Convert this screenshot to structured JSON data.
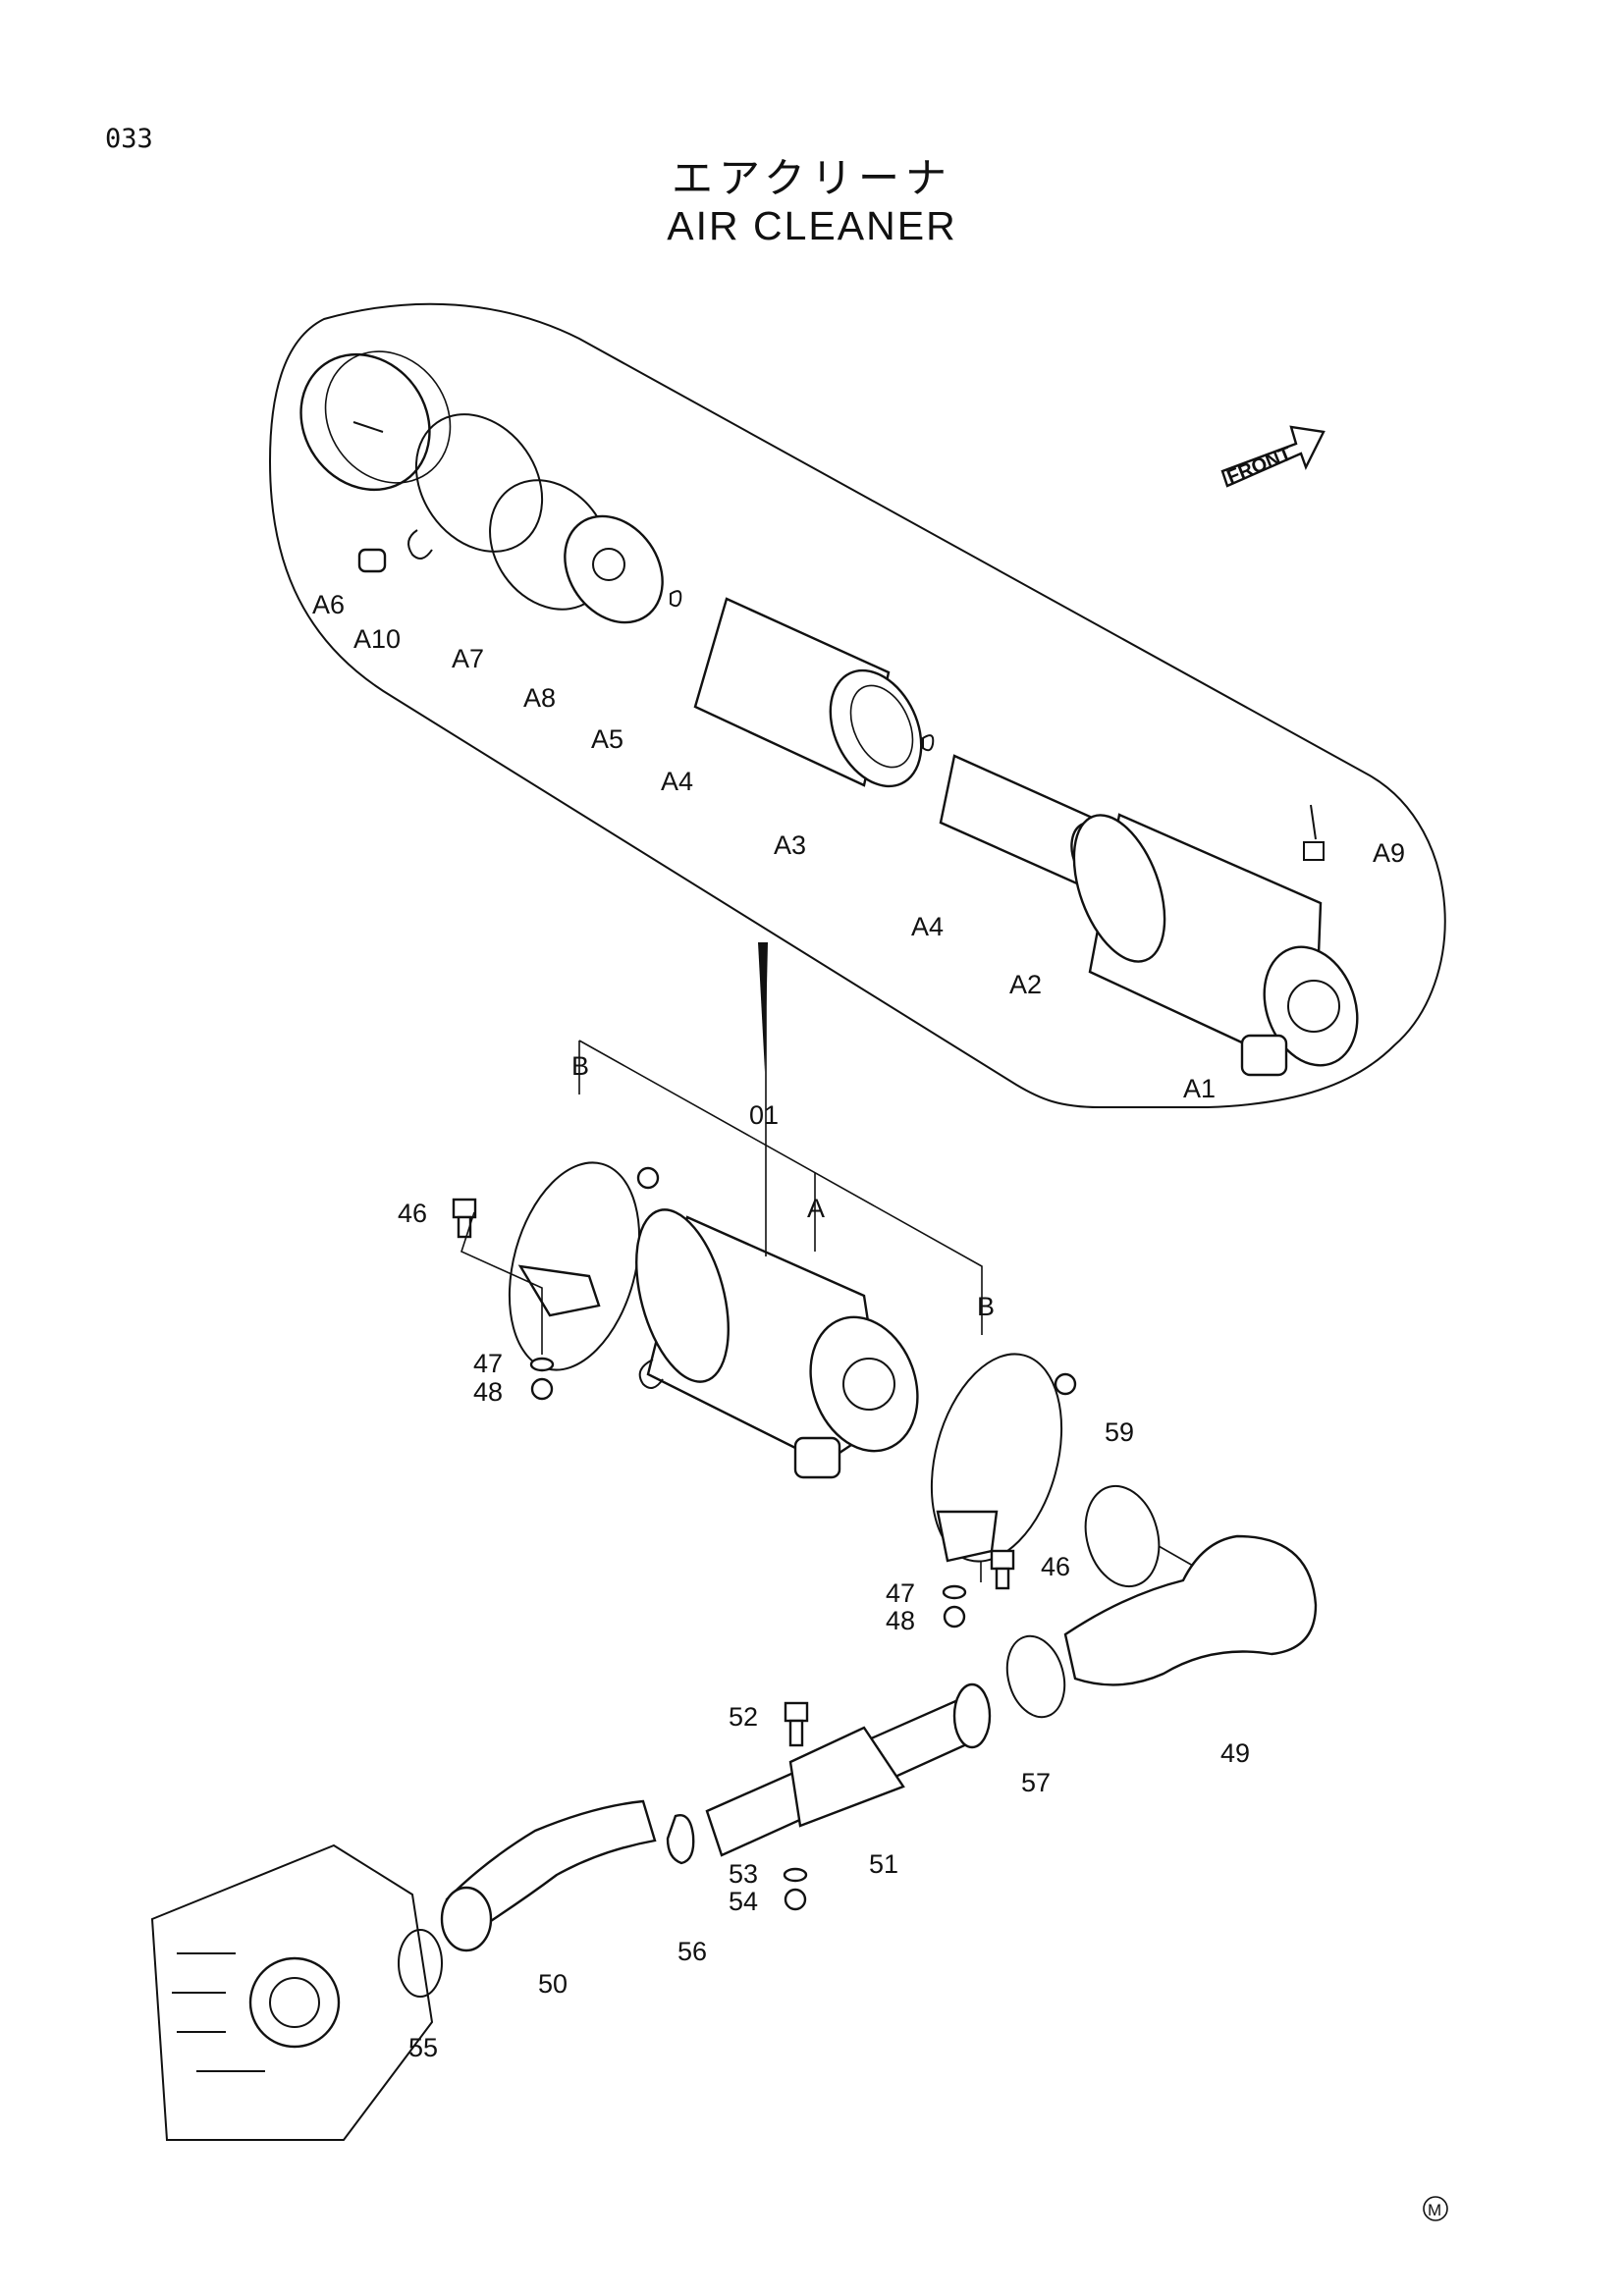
{
  "page_number": "033",
  "title_jp": "エアクリーナ",
  "title_en": "AIR  CLEANER",
  "front_arrow_label": "FRONT",
  "footer_mark": "M",
  "callouts": [
    "A6",
    "A10",
    "A7",
    "A8",
    "A5",
    "A4",
    "A3",
    "A4",
    "A2",
    "A1",
    "A9",
    "B",
    "01",
    "A",
    "B",
    "46",
    "47",
    "48",
    "46",
    "47",
    "48",
    "59",
    "49",
    "57",
    "52",
    "51",
    "53",
    "54",
    "56",
    "50",
    "55"
  ]
}
